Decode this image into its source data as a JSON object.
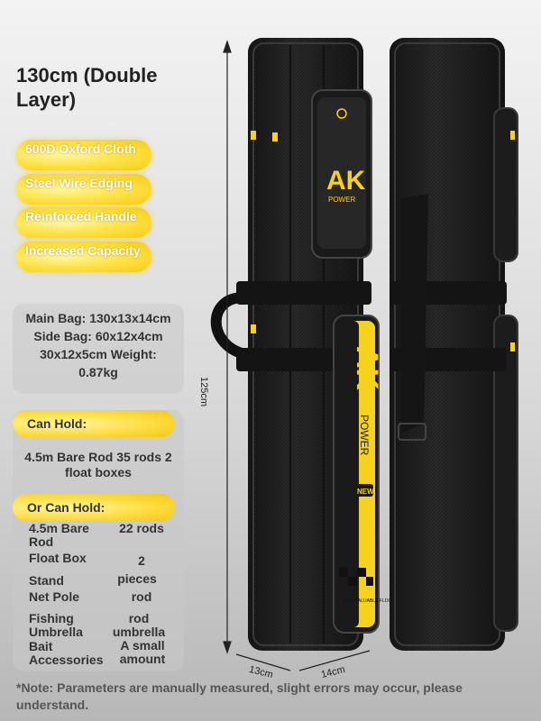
{
  "title": "130cm (Double Layer)",
  "features": [
    "600D Oxford Cloth",
    "Steel Wire Edging",
    "Reinforced Handle",
    "Increased Capacity"
  ],
  "main_bag": "Main Bag: 130x13x14cm Side Bag: 60x12x4cm 30x12x5cm Weight: 0.87kg",
  "can_hold_label": "Can Hold:",
  "can_hold_text": "4.5m Bare Rod 35 rods 2 float boxes",
  "or_can_hold_label": "Or Can Hold:",
  "or_can_hold": [
    {
      "item": "4.5m Bare Rod",
      "qty": "22 rods"
    },
    {
      "item": "Float Box",
      "qty": "2"
    },
    {
      "item": "Stand",
      "qty": "pieces"
    },
    {
      "item": "Net Pole",
      "qty": "rod"
    },
    {
      "item": "Fishing Umbrella",
      "qty": "rod umbrella"
    },
    {
      "item": "Bait Accessories",
      "qty": "A small amount"
    }
  ],
  "dimensions": {
    "height": "125cm",
    "width": "13cm",
    "depth": "14cm"
  },
  "brand": {
    "logo_text": "AK",
    "power_text": "POWER",
    "new_badge": "NEW",
    "small_text": "M007 VALUABLE FLOOR"
  },
  "note": "*Note: Parameters are manually measured, slight errors may occur, please understand.",
  "colors": {
    "accent_yellow": "#f6d21c",
    "bag_black": "#1e1e1e"
  }
}
